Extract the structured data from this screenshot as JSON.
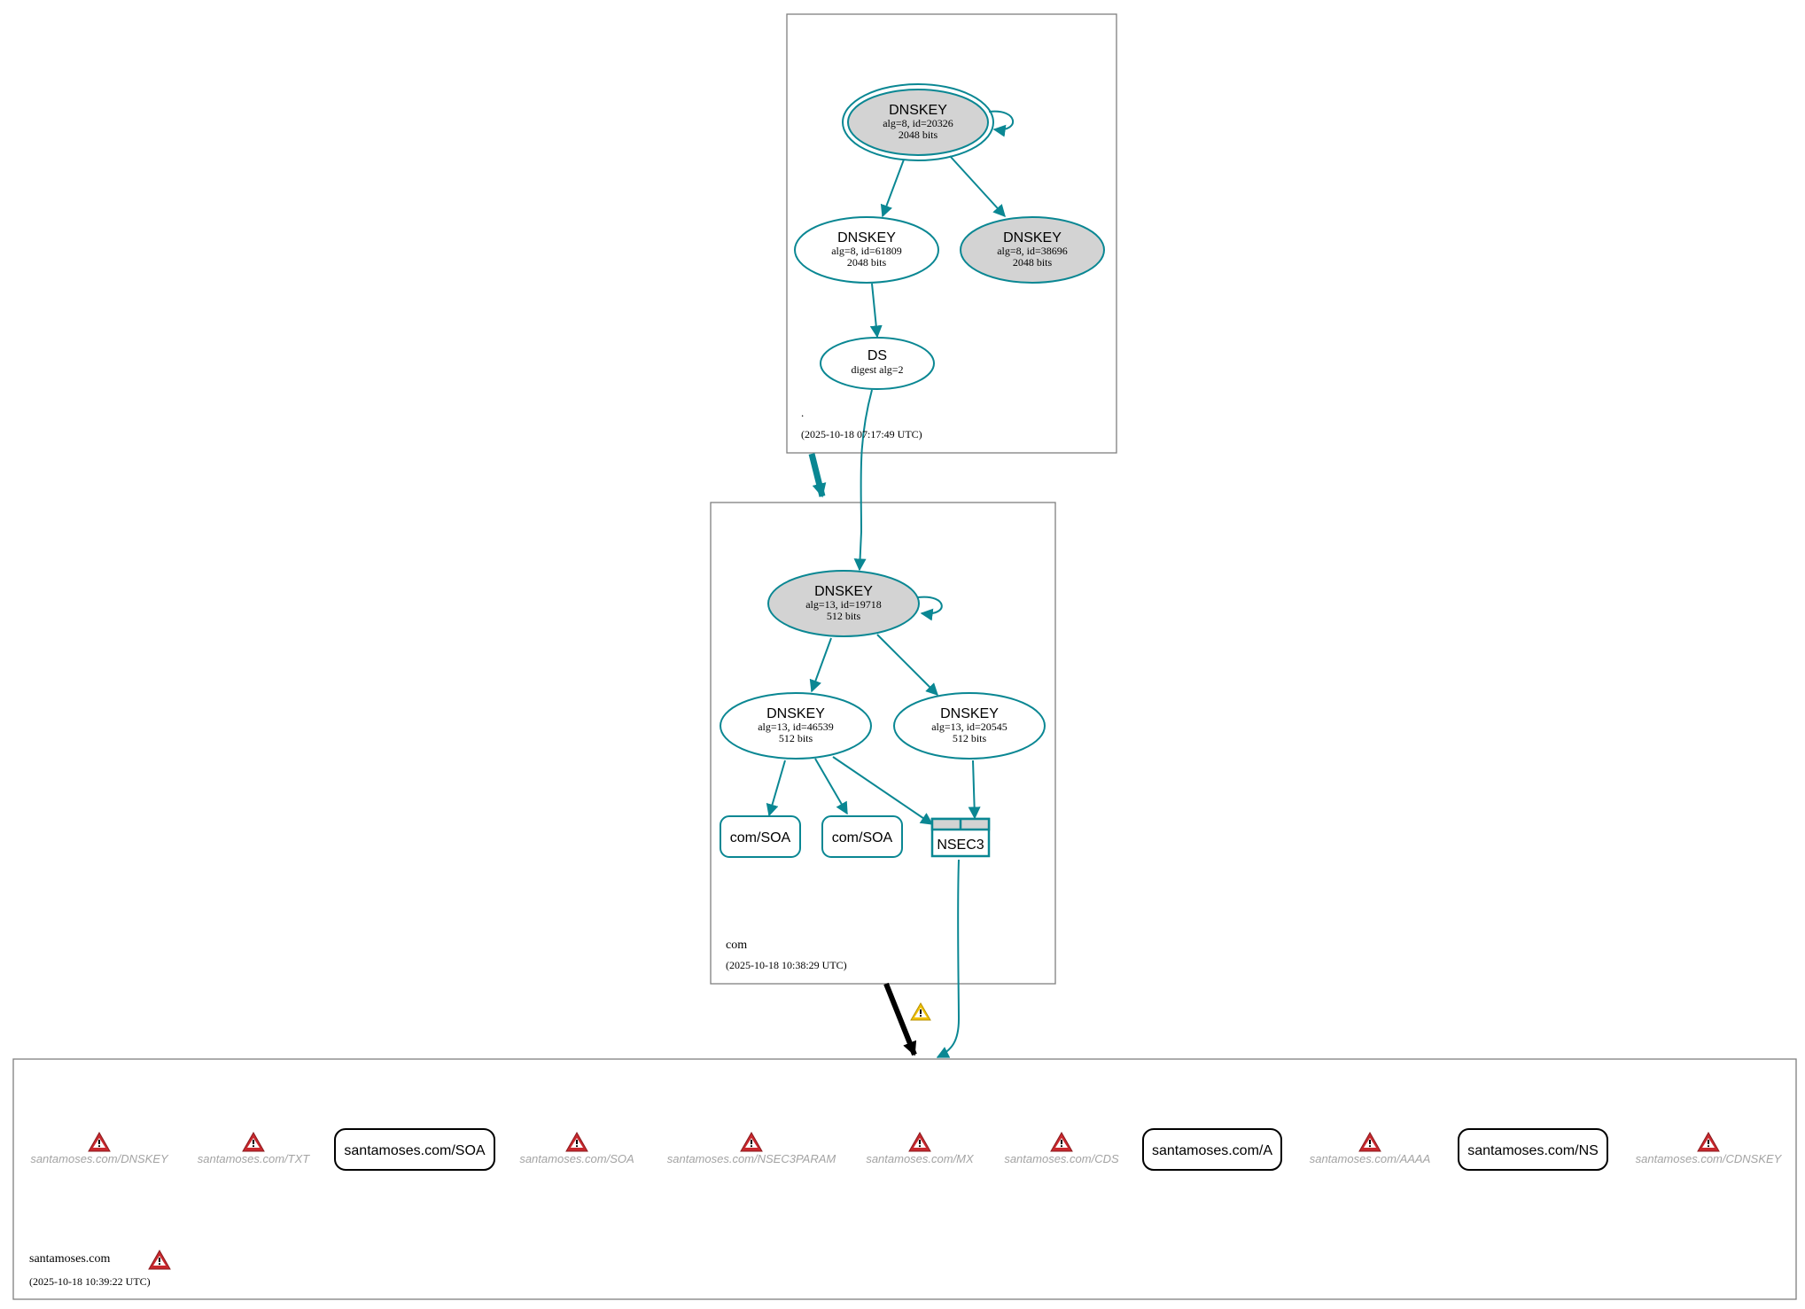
{
  "colors": {
    "edge": "#0a8793",
    "zone_border": "#7f7f7f",
    "sep_fill": "#d3d3d3",
    "warning": "#f0c000",
    "error": "#c8282d",
    "muted_text": "#a3a3a3",
    "black": "#000000"
  },
  "zones": {
    "root": {
      "name": ".",
      "timestamp": "(2025-10-18 07:17:49 UTC)"
    },
    "com": {
      "name": "com",
      "timestamp": "(2025-10-18 10:38:29 UTC)"
    },
    "santamoses": {
      "name": "santamoses.com",
      "timestamp": "(2025-10-18 10:39:22 UTC)"
    }
  },
  "nodes": {
    "root_ksk": {
      "title": "DNSKEY",
      "line1": "alg=8, id=20326",
      "line2": "2048 bits"
    },
    "root_zsk": {
      "title": "DNSKEY",
      "line1": "alg=8, id=61809",
      "line2": "2048 bits"
    },
    "root_ksk2": {
      "title": "DNSKEY",
      "line1": "alg=8, id=38696",
      "line2": "2048 bits"
    },
    "root_ds": {
      "title": "DS",
      "line1": "digest alg=2"
    },
    "com_ksk": {
      "title": "DNSKEY",
      "line1": "alg=13, id=19718",
      "line2": "512 bits"
    },
    "com_zsk1": {
      "title": "DNSKEY",
      "line1": "alg=13, id=46539",
      "line2": "512 bits"
    },
    "com_zsk2": {
      "title": "DNSKEY",
      "line1": "alg=13, id=20545",
      "line2": "512 bits"
    },
    "com_soa1": {
      "label": "com/SOA"
    },
    "com_soa2": {
      "label": "com/SOA"
    },
    "nsec3": {
      "label": "NSEC3"
    }
  },
  "santamoses_records": [
    {
      "label": "santamoses.com/DNSKEY",
      "status": "error"
    },
    {
      "label": "santamoses.com/TXT",
      "status": "error"
    },
    {
      "label": "santamoses.com/SOA",
      "status": "ok"
    },
    {
      "label": "santamoses.com/SOA",
      "status": "error"
    },
    {
      "label": "santamoses.com/NSEC3PARAM",
      "status": "error"
    },
    {
      "label": "santamoses.com/MX",
      "status": "error"
    },
    {
      "label": "santamoses.com/CDS",
      "status": "error"
    },
    {
      "label": "santamoses.com/A",
      "status": "ok"
    },
    {
      "label": "santamoses.com/AAAA",
      "status": "error"
    },
    {
      "label": "santamoses.com/NS",
      "status": "ok"
    },
    {
      "label": "santamoses.com/CDNSKEY",
      "status": "error"
    }
  ]
}
